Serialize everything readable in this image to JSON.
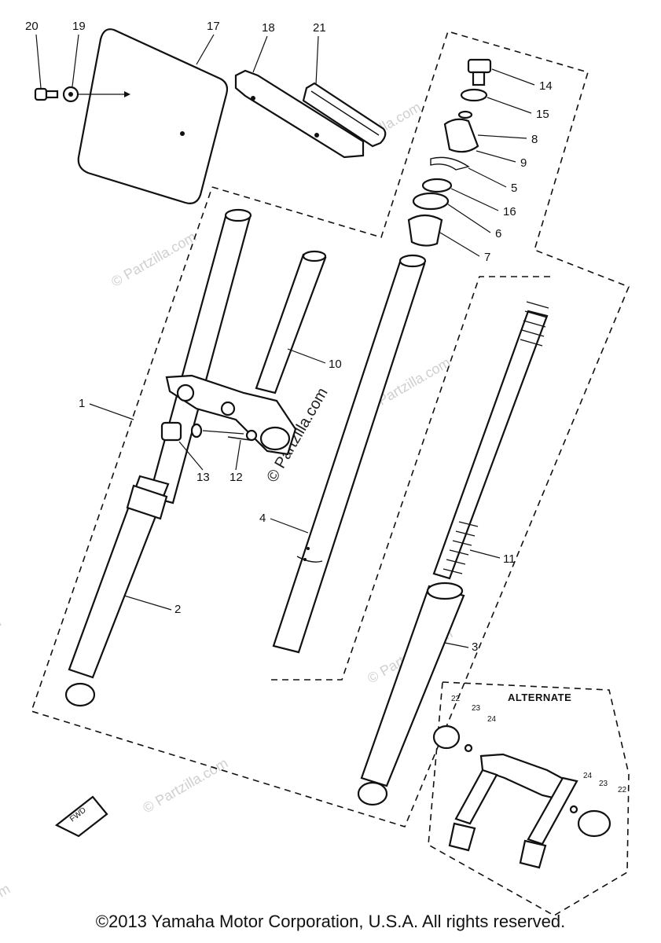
{
  "diagram": {
    "callouts": [
      "1",
      "2",
      "3",
      "4",
      "5",
      "6",
      "7",
      "8",
      "9",
      "10",
      "11",
      "12",
      "13",
      "14",
      "15",
      "16",
      "17",
      "18",
      "19",
      "20",
      "21"
    ],
    "alternate": {
      "label": "ALTERNATE",
      "callouts": [
        "22",
        "23",
        "24",
        "24",
        "23",
        "22"
      ]
    },
    "fwd_label": "FWD",
    "watermark": "© Partzilla.com",
    "watermark_center": "© Partzilla.com"
  },
  "footer": {
    "copyright": "©2013 Yamaha Motor Corporation, U.S.A. All rights reserved."
  }
}
